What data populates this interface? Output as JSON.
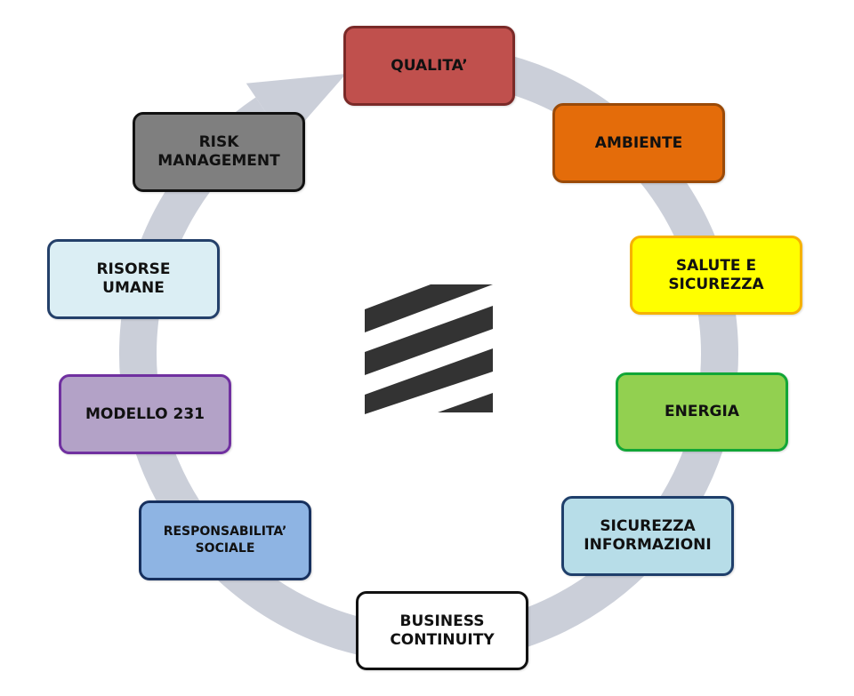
{
  "diagram": {
    "type": "cycle",
    "ring_color": "#cbcfd9",
    "logo": {
      "icon": "striped-square-logo-icon",
      "color": "#333333"
    },
    "nodes": [
      {
        "id": "qualita",
        "lines": [
          "QUALITA’"
        ],
        "fill": "#c0504d",
        "border": "#7a2a28"
      },
      {
        "id": "ambiente",
        "lines": [
          "AMBIENTE"
        ],
        "fill": "#e46c0a",
        "border": "#9a4a08"
      },
      {
        "id": "salute-sicurezza",
        "lines": [
          "SALUTE E",
          "SICUREZZA"
        ],
        "fill": "#ffff00",
        "border": "#f6b200"
      },
      {
        "id": "energia",
        "lines": [
          "ENERGIA"
        ],
        "fill": "#92d050",
        "border": "#12a637"
      },
      {
        "id": "sicurezza-informazioni",
        "lines": [
          "SICUREZZA",
          "INFORMAZIONI"
        ],
        "fill": "#b7dde8",
        "border": "#1f3f6b"
      },
      {
        "id": "business-continuity",
        "lines": [
          "BUSINESS",
          "CONTINUITY"
        ],
        "fill": "#ffffff",
        "border": "#111111"
      },
      {
        "id": "responsabilita-sociale",
        "lines": [
          "RESPONSABILITA’",
          "SOCIALE"
        ],
        "fill": "#8eb4e3",
        "border": "#17305e"
      },
      {
        "id": "modello-231",
        "lines": [
          "MODELLO 231"
        ],
        "fill": "#b3a2c7",
        "border": "#7030a0"
      },
      {
        "id": "risorse-umane",
        "lines": [
          "RISORSE",
          "UMANE"
        ],
        "fill": "#dbeef4",
        "border": "#24406a"
      },
      {
        "id": "risk-management",
        "lines": [
          "RISK",
          "MANAGEMENT"
        ],
        "fill": "#7f7f7f",
        "border": "#111111"
      }
    ]
  }
}
